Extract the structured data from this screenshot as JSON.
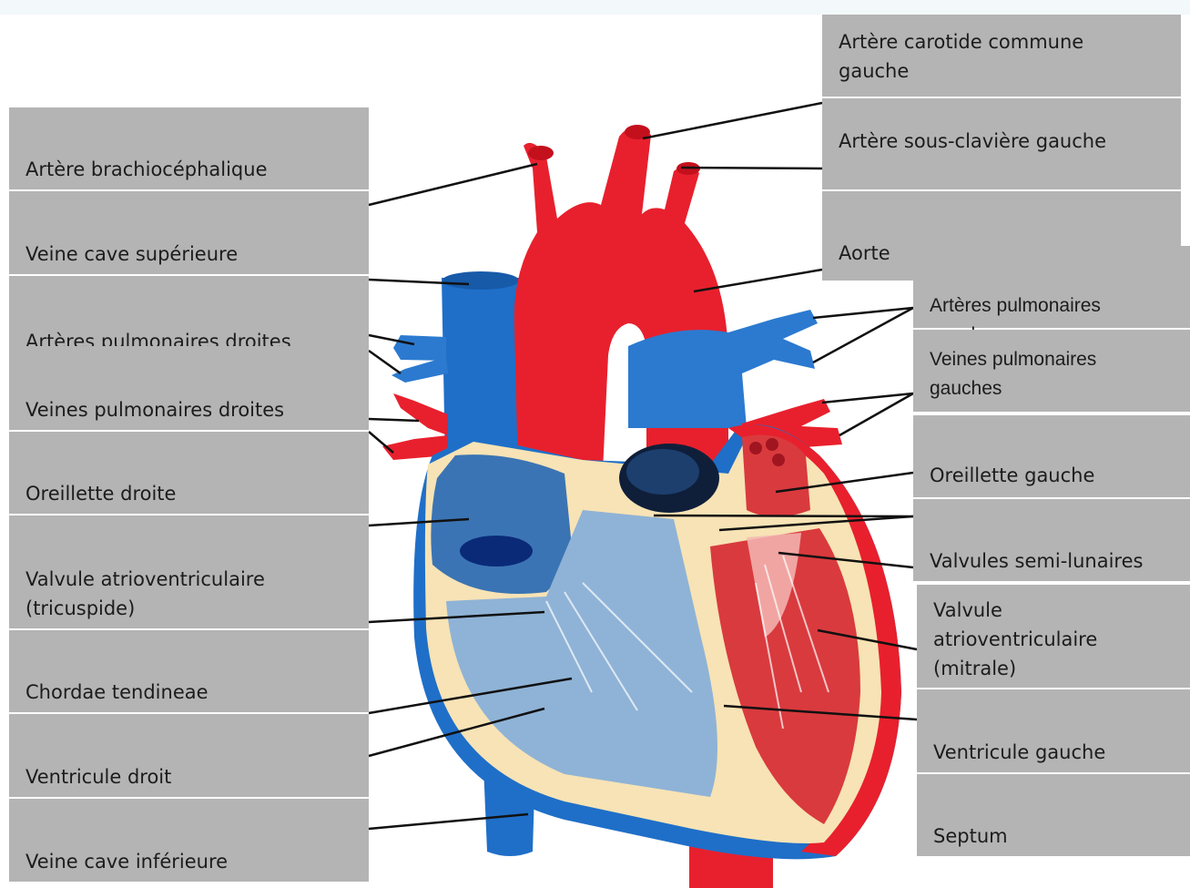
{
  "labels_left": [
    {
      "id": "brachio",
      "text": "Artère brachiocéphalique"
    },
    {
      "id": "vcs",
      "text": "Veine cave supérieure"
    },
    {
      "id": "apd",
      "text": "Artères pulmonaires droites"
    },
    {
      "id": "vpd",
      "text": "Veines pulmonaires droites"
    },
    {
      "id": "od",
      "text": "Oreillette droite"
    },
    {
      "id": "tric",
      "text": "Valvule atrioventriculaire\n(tricuspide)"
    },
    {
      "id": "chord",
      "text": "Chordae tendineae"
    },
    {
      "id": "vd",
      "text": "Ventricule droit"
    },
    {
      "id": "vci",
      "text": "Veine cave inférieure"
    }
  ],
  "labels_right": [
    {
      "id": "carot",
      "text": "Artère carotide commune\ngauche"
    },
    {
      "id": "sousclav",
      "text": "Artère sous-clavière gauche"
    },
    {
      "id": "aorte",
      "text": "Aorte"
    },
    {
      "id": "apg",
      "text": "Artères pulmonaires\ngauches"
    },
    {
      "id": "vpg",
      "text": "Veines pulmonaires\ngauches"
    },
    {
      "id": "og",
      "text": "Oreillette gauche"
    },
    {
      "id": "semilun",
      "text": "Valvules semi-lunaires"
    },
    {
      "id": "mitr",
      "text": "Valvule\natrioventriculaire\n(mitrale)"
    },
    {
      "id": "vg",
      "text": "Ventricule gauche"
    },
    {
      "id": "septum",
      "text": "Septum"
    }
  ],
  "colors": {
    "label_bg": "#b4b4b4",
    "artery_red": "#e8202d",
    "vein_blue": "#1f6fc8",
    "wall_cream": "#f7e3b5",
    "right_chamber_blue": "#8fb3d6",
    "left_chamber_red": "#d93a3e"
  }
}
